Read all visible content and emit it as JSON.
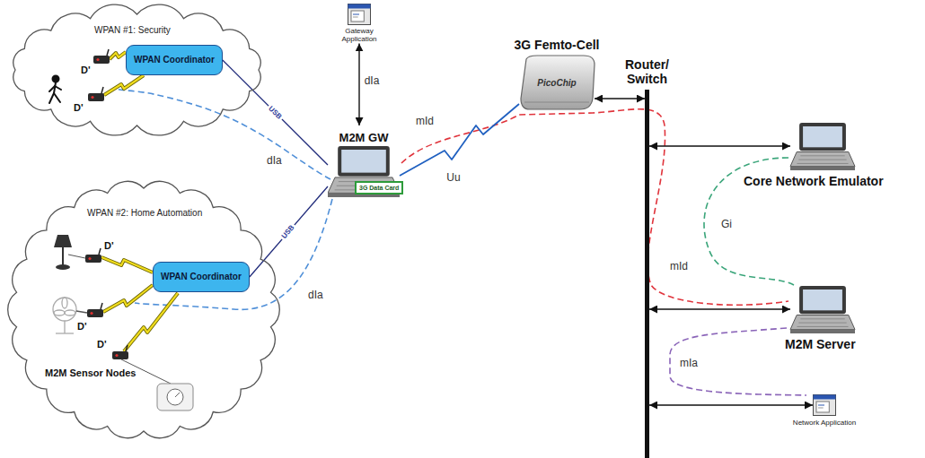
{
  "diagram": {
    "nodes": [
      {
        "text": [
          "WPAN #1: Security"
        ]
      },
      {
        "text": [
          "WPAN Coordinator"
        ],
        "in": 0
      },
      {
        "text": [
          "WPAN #2: Home Automation"
        ]
      },
      {
        "text": [
          "WPAN Coordinator"
        ],
        "in": 2
      },
      {
        "text": [
          "Gateway Application"
        ]
      },
      {
        "text": [
          "M2M GW"
        ]
      },
      {
        "text": [
          "3G Data Card"
        ],
        "in": 5
      },
      {
        "text": [
          "3G Femto-Cell",
          "PicoChip"
        ]
      },
      {
        "text": [
          "Router/ Switch"
        ]
      },
      {
        "text": [
          "Core Network Emulator"
        ]
      },
      {
        "text": [
          "M2M Server"
        ]
      },
      {
        "text": [
          "Network Application"
        ]
      }
    ],
    "edges": [
      {
        "from": 1,
        "to": 5,
        "arrow": "none",
        "label": "USB"
      },
      {
        "from": 3,
        "to": 5,
        "arrow": "none",
        "label": "USB"
      },
      {
        "from": 4,
        "to": 5,
        "arrow": "both",
        "label": "dIa"
      },
      {
        "from": 5,
        "to": 7,
        "arrow": "none",
        "label": "Uu"
      },
      {
        "from": 7,
        "to": 8,
        "arrow": "both"
      },
      {
        "from": 8,
        "to": 9,
        "arrow": "both"
      },
      {
        "from": 8,
        "to": 10,
        "arrow": "both"
      },
      {
        "from": 8,
        "to": 11,
        "arrow": "both"
      }
    ],
    "labels": [
      "D'",
      "D'",
      "dIa",
      "mId",
      "D'",
      "D'",
      "D'",
      "M2M Sensor Nodes",
      "dIa",
      "Gi",
      "mId",
      "mIa"
    ]
  }
}
